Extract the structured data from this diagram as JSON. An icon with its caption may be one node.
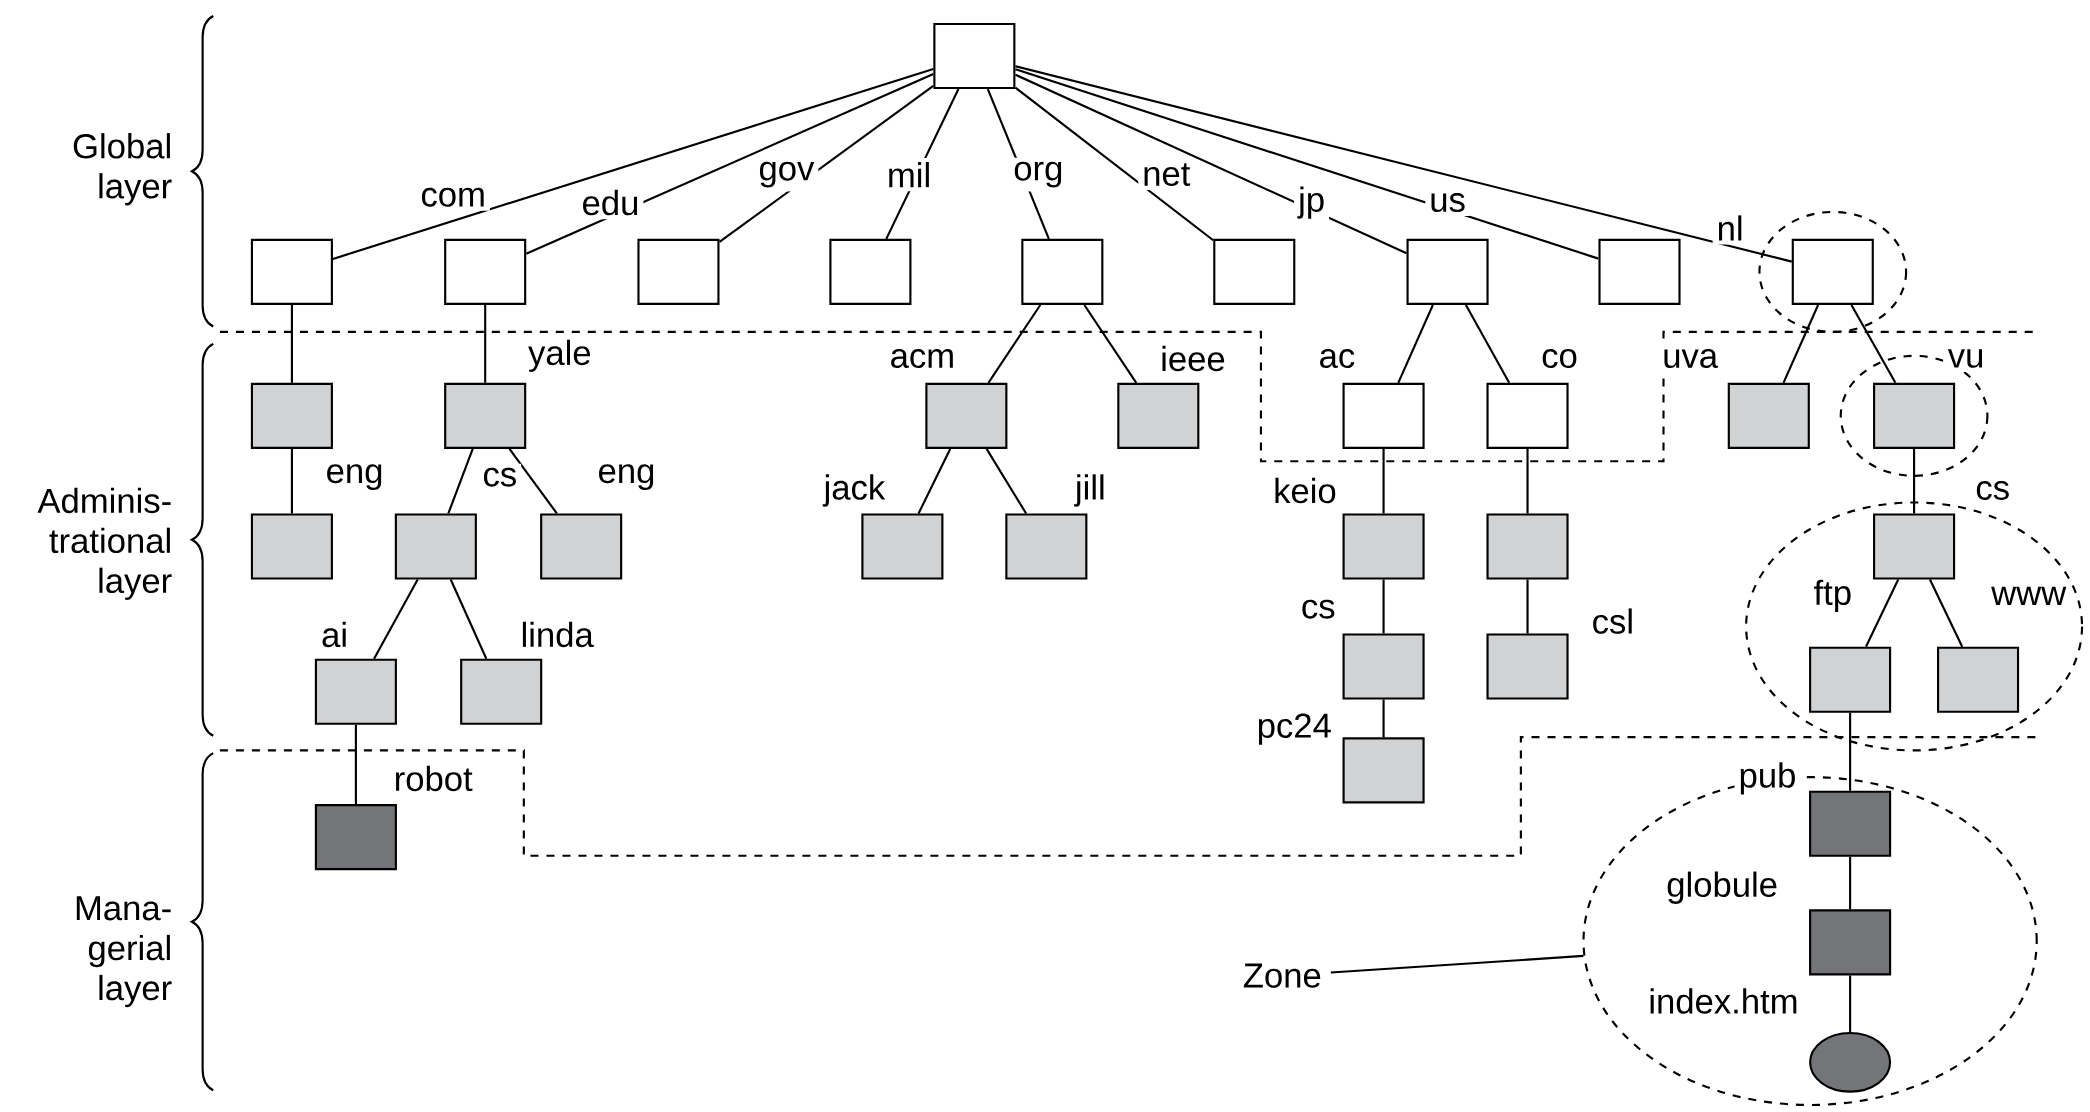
{
  "diagram": {
    "nodes": [
      {
        "text": [],
        "shape": "box"
      },
      {
        "text": [],
        "shape": "box"
      },
      {
        "text": [],
        "shape": "box"
      },
      {
        "text": [],
        "shape": "box"
      },
      {
        "text": [],
        "shape": "box"
      },
      {
        "text": [],
        "shape": "box"
      },
      {
        "text": [],
        "shape": "box"
      },
      {
        "text": [],
        "shape": "box"
      },
      {
        "text": [],
        "shape": "box"
      },
      {
        "text": [],
        "shape": "box"
      },
      {
        "text": [],
        "shape": "box"
      },
      {
        "text": [],
        "shape": "box"
      },
      {
        "text": [],
        "shape": "box"
      },
      {
        "text": [],
        "shape": "box"
      },
      {
        "text": [],
        "shape": "box"
      },
      {
        "text": [],
        "shape": "box"
      },
      {
        "text": [],
        "shape": "box"
      },
      {
        "text": [],
        "shape": "box"
      },
      {
        "text": [],
        "shape": "box"
      },
      {
        "text": [],
        "shape": "box"
      },
      {
        "text": [],
        "shape": "box"
      },
      {
        "text": [],
        "shape": "box"
      },
      {
        "text": [],
        "shape": "box"
      },
      {
        "text": [],
        "shape": "box"
      },
      {
        "text": [],
        "shape": "box"
      },
      {
        "text": [],
        "shape": "box"
      },
      {
        "text": [],
        "shape": "box"
      },
      {
        "text": [],
        "shape": "box"
      },
      {
        "text": [],
        "shape": "box"
      },
      {
        "text": [],
        "shape": "box"
      },
      {
        "text": [],
        "shape": "box"
      },
      {
        "text": [],
        "shape": "box"
      },
      {
        "text": [],
        "shape": "box"
      },
      {
        "text": [],
        "shape": "box"
      },
      {
        "text": [],
        "shape": "circle"
      },
      {
        "text": [],
        "shape": "box",
        "in": 34
      },
      {
        "text": [],
        "shape": "box",
        "in": 34
      },
      {
        "text": [],
        "shape": "circle",
        "in": 34
      },
      {
        "text": [
          "Zone"
        ]
      }
    ],
    "edges": [
      {
        "from": 0,
        "to": 1,
        "arrow": "none",
        "label": "com"
      },
      {
        "from": 0,
        "to": 2,
        "arrow": "none",
        "label": "edu"
      },
      {
        "from": 0,
        "to": 3,
        "arrow": "none",
        "label": "gov"
      },
      {
        "from": 0,
        "to": 4,
        "arrow": "none",
        "label": "mil"
      },
      {
        "from": 0,
        "to": 5,
        "arrow": "none",
        "label": "org"
      },
      {
        "from": 0,
        "to": 6,
        "arrow": "none",
        "label": "net"
      },
      {
        "from": 0,
        "to": 7,
        "arrow": "none",
        "label": "jp"
      },
      {
        "from": 0,
        "to": 8,
        "arrow": "none",
        "label": "us"
      },
      {
        "from": 0,
        "to": 9,
        "arrow": "none",
        "label": "nl"
      },
      {
        "from": 1,
        "to": 10,
        "arrow": "none"
      },
      {
        "from": 2,
        "to": 11,
        "arrow": "none",
        "label": "yale"
      },
      {
        "from": 5,
        "to": 12,
        "arrow": "none",
        "label": "acm"
      },
      {
        "from": 5,
        "to": 13,
        "arrow": "none",
        "label": "ieee"
      },
      {
        "from": 7,
        "to": 14,
        "arrow": "none",
        "label": "ac"
      },
      {
        "from": 7,
        "to": 15,
        "arrow": "none",
        "label": "co"
      },
      {
        "from": 9,
        "to": 16,
        "arrow": "none",
        "label": "uva"
      },
      {
        "from": 9,
        "to": 17,
        "arrow": "none",
        "label": "vu"
      },
      {
        "from": 10,
        "to": 18,
        "arrow": "none",
        "label": "eng"
      },
      {
        "from": 11,
        "to": 19,
        "arrow": "none",
        "label": "cs"
      },
      {
        "from": 11,
        "to": 20,
        "arrow": "none",
        "label": "eng"
      },
      {
        "from": 12,
        "to": 21,
        "arrow": "none",
        "label": "jack"
      },
      {
        "from": 12,
        "to": 22,
        "arrow": "none",
        "label": "jill"
      },
      {
        "from": 14,
        "to": 23,
        "arrow": "none",
        "label": "keio"
      },
      {
        "from": 15,
        "to": 24,
        "arrow": "none"
      },
      {
        "from": 17,
        "to": 25,
        "arrow": "none",
        "label": "cs"
      },
      {
        "from": 19,
        "to": 26,
        "arrow": "none",
        "label": "ai"
      },
      {
        "from": 19,
        "to": 27,
        "arrow": "none",
        "label": "linda"
      },
      {
        "from": 23,
        "to": 28,
        "arrow": "none",
        "label": "cs"
      },
      {
        "from": 24,
        "to": 29,
        "arrow": "none",
        "label": "csl"
      },
      {
        "from": 25,
        "to": 30,
        "arrow": "none",
        "label": "ftp"
      },
      {
        "from": 25,
        "to": 31,
        "arrow": "none",
        "label": "www"
      },
      {
        "from": 26,
        "to": 32,
        "arrow": "none",
        "label": "robot"
      },
      {
        "from": 28,
        "to": 33,
        "arrow": "none",
        "label": "pc24"
      },
      {
        "from": 30,
        "to": 35,
        "arrow": "none",
        "label": "pub"
      },
      {
        "from": 35,
        "to": 36,
        "arrow": "none",
        "label": "globule"
      },
      {
        "from": 36,
        "to": 37,
        "arrow": "none",
        "label": "index.htm"
      },
      {
        "from": 38,
        "to": 34,
        "arrow": "none"
      }
    ],
    "labels": [
      "Global layer",
      "Adminis- trational layer",
      "Mana- gerial layer"
    ]
  }
}
